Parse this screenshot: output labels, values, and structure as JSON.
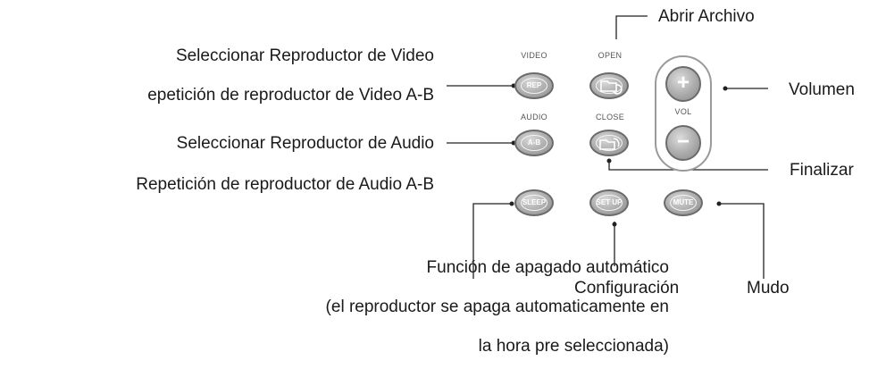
{
  "labels": {
    "abrir": "Abrir Archivo",
    "sel_video": "Seleccionar Reproductor de Video",
    "rep_video": "epetición de reproductor de Video A-B",
    "sel_audio": "Seleccionar Reproductor de Audio",
    "rep_audio": "Repetición de reproductor de Audio A-B",
    "volumen": "Volumen",
    "finalizar": "Finalizar",
    "apagado_1": "Función de apagado automático",
    "apagado_2": "(el reproductor se apaga automaticamente en",
    "apagado_3": "la hora pre seleccionada)",
    "config": "Configuración",
    "mudo": "Mudo"
  },
  "remote": {
    "video_top": "VIDEO",
    "open_top": "OPEN",
    "audio_top": "AUDIO",
    "close_top": "CLOSE",
    "vol_label": "VOL",
    "rep": "REP",
    "ab": "A-B",
    "sleep": "SLEEP",
    "setup": "SET UP",
    "mute": "MUTE",
    "plus": "+",
    "minus": "−"
  }
}
